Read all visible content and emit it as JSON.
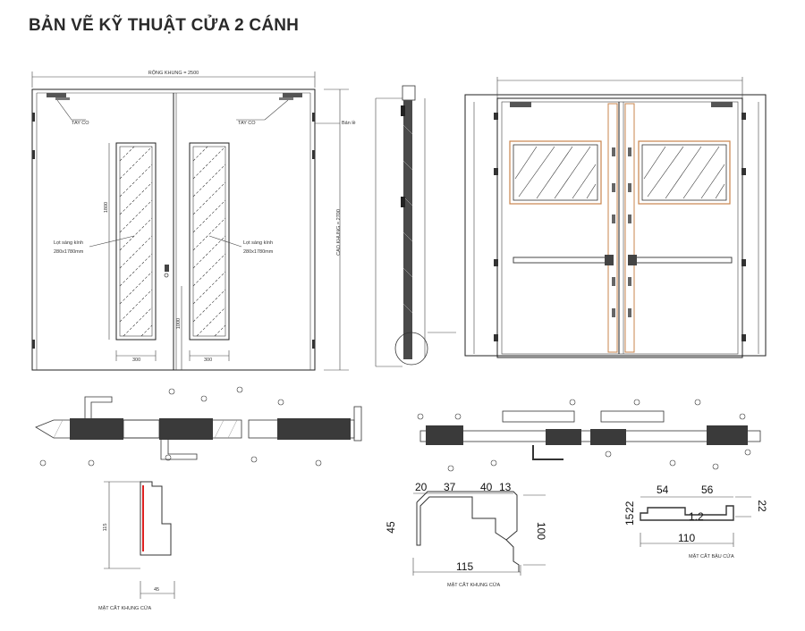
{
  "title": "BẢN VẼ KỸ THUẬT CỬA 2 CÁNH",
  "front_view": {
    "width_label": "RỘNG KHUNG = 2500",
    "height_label": "CAO KHUNG = 2700",
    "closer_left": "TAY CO",
    "closer_right": "TAY CO",
    "hinge_label": "Bản lề",
    "glass_left_1": "Lọt sáng kính",
    "glass_left_2": "280x1780mm",
    "glass_right_1": "Lọt sáng kính",
    "glass_right_2": "280x1780mm",
    "dim_1800": "1800",
    "dim_1000": "1000",
    "dim_300_left": "300",
    "dim_300_right": "300"
  },
  "frame_section": {
    "label": "MẶT CẮT KHUNG CỬA",
    "dim_20": "20",
    "dim_37": "37",
    "dim_40": "40",
    "dim_13": "13",
    "dim_45": "45",
    "dim_100": "100",
    "dim_115": "115"
  },
  "small_frame_section": {
    "label": "MẶT CẮT KHUNG CỬA",
    "dim_115": "115",
    "dim_45": "45"
  },
  "threshold_section": {
    "label": "MẶT CẮT BẬU CỬA",
    "dim_54": "54",
    "dim_56": "56",
    "dim_15": "15",
    "dim_22_left": "22",
    "dim_22_right": "22",
    "dim_1_2": "1.2",
    "dim_110": "110"
  }
}
